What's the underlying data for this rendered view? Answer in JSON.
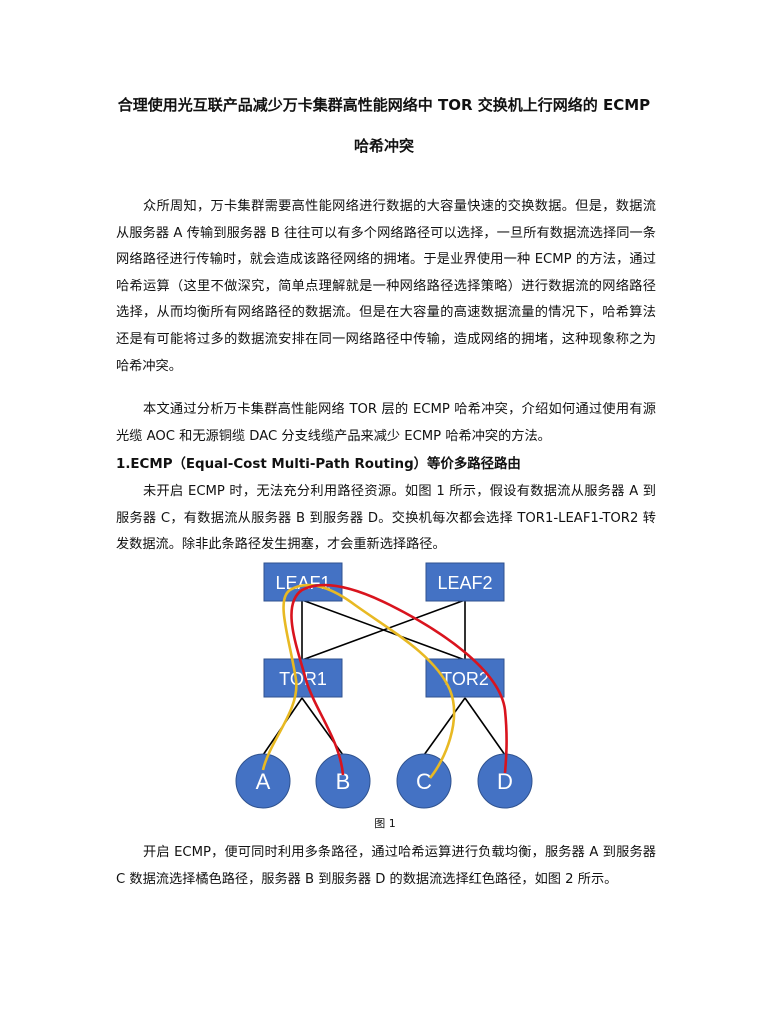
{
  "doc": {
    "title_line1": "合理使用光互联产品减少万卡集群高性能网络中 TOR 交换机上行网络的 ECMP",
    "title_line2": "哈希冲突",
    "para1": "众所周知，万卡集群需要高性能网络进行数据的大容量快速的交换数据。但是，数据流从服务器 A 传输到服务器 B 往往可以有多个网络路径可以选择，一旦所有数据流选择同一条网络路径进行传输时，就会造成该路径网络的拥堵。于是业界使用一种 ECMP 的方法，通过哈希运算（这里不做深究，简单点理解就是一种网络路径选择策略）进行数据流的网络路径选择，从而均衡所有网络路径的数据流。但是在大容量的高速数据流量的情况下，哈希算法还是有可能将过多的数据流安排在同一网络路径中传输，造成网络的拥堵，这种现象称之为哈希冲突。",
    "para2": "本文通过分析万卡集群高性能网络 TOR 层的 ECMP 哈希冲突，介绍如何通过使用有源光缆 AOC 和无源铜缆 DAC 分支线缆产品来减少 ECMP 哈希冲突的方法。",
    "heading1": "1.ECMP（Equal-Cost Multi-Path Routing）等价多路径路由",
    "para3": "未开启 ECMP 时，无法充分利用路径资源。如图 1 所示，假设有数据流从服务器 A 到服务器 C，有数据流从服务器 B 到服务器 D。交换机每次都会选择 TOR1-LEAF1-TOR2 转发数据流。除非此条路径发生拥塞，才会重新选择路径。",
    "figure_caption": "图 1",
    "para4": "开启 ECMP，便可同时利用多条路径，通过哈希运算进行负载均衡，服务器 A 到服务器 C 数据流选择橘色路径，服务器 B 到服务器 D 的数据流选择红色路径，如图 2 所示。"
  },
  "diagram": {
    "nodes": {
      "leaf1": "LEAF1",
      "leaf2": "LEAF2",
      "tor1": "TOR1",
      "tor2": "TOR2",
      "a": "A",
      "b": "B",
      "c": "C",
      "d": "D"
    },
    "colors": {
      "node_fill": "#4472c4",
      "node_stroke": "#2f528f",
      "link": "#000000",
      "path_a_to_c": "#e8b923",
      "path_b_to_d": "#d9141e"
    }
  }
}
